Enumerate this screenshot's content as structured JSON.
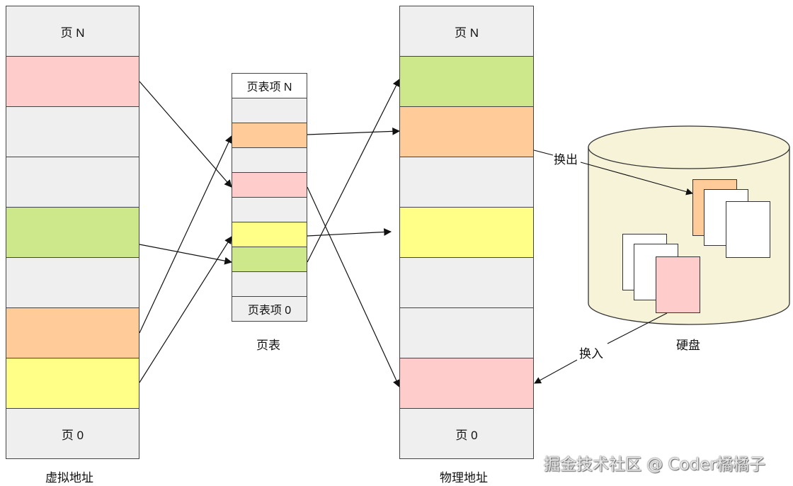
{
  "colors": {
    "gray": "#efefef",
    "pink": "#ffcccc",
    "green": "#cde88b",
    "orange": "#ffcc99",
    "yellow": "#ffff88",
    "disk": "#f7f3d9"
  },
  "virtual_memory": {
    "label": "虚拟地址",
    "cells": [
      {
        "text": "页 N",
        "color": "gray"
      },
      {
        "text": "",
        "color": "pink"
      },
      {
        "text": "",
        "color": "gray"
      },
      {
        "text": "",
        "color": "gray"
      },
      {
        "text": "",
        "color": "green"
      },
      {
        "text": "",
        "color": "gray"
      },
      {
        "text": "",
        "color": "orange"
      },
      {
        "text": "",
        "color": "yellow"
      },
      {
        "text": "页 0",
        "color": "gray"
      }
    ]
  },
  "page_table": {
    "label": "页表",
    "cells": [
      {
        "text": "页表项 N",
        "color": "white"
      },
      {
        "text": "",
        "color": "gray"
      },
      {
        "text": "",
        "color": "orange"
      },
      {
        "text": "",
        "color": "gray"
      },
      {
        "text": "",
        "color": "pink"
      },
      {
        "text": "",
        "color": "gray"
      },
      {
        "text": "",
        "color": "yellow"
      },
      {
        "text": "",
        "color": "green"
      },
      {
        "text": "",
        "color": "gray"
      },
      {
        "text": "页表项 0",
        "color": "gray"
      }
    ]
  },
  "physical_memory": {
    "label": "物理地址",
    "cells": [
      {
        "text": "页 N",
        "color": "gray"
      },
      {
        "text": "",
        "color": "green"
      },
      {
        "text": "",
        "color": "orange"
      },
      {
        "text": "",
        "color": "gray"
      },
      {
        "text": "",
        "color": "yellow"
      },
      {
        "text": "",
        "color": "gray"
      },
      {
        "text": "",
        "color": "gray"
      },
      {
        "text": "",
        "color": "pink"
      },
      {
        "text": "页 0",
        "color": "gray"
      }
    ]
  },
  "disk": {
    "label": "硬盘",
    "swap_out_label": "换出",
    "swap_in_label": "换入"
  },
  "watermark": "掘金技术社区 @ Coder橘橘子"
}
